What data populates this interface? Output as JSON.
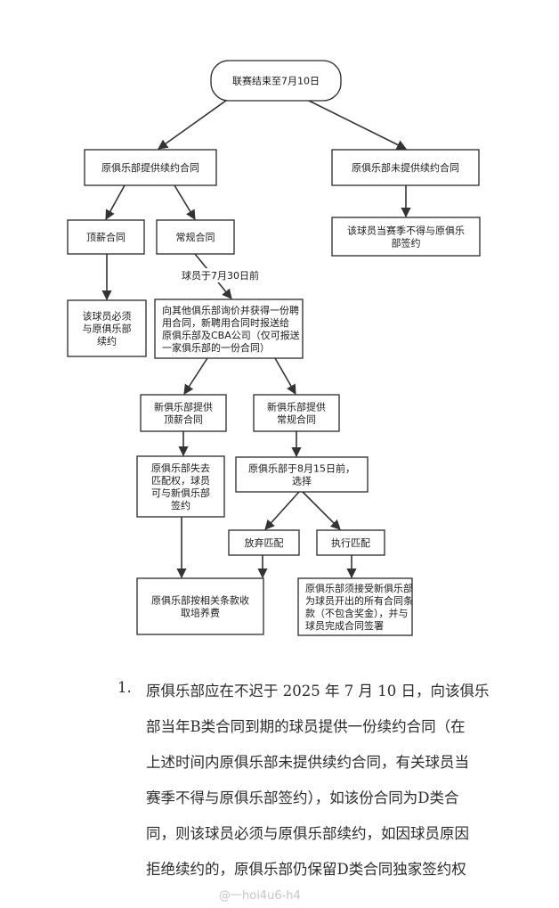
{
  "flowchart": {
    "nodes": [
      {
        "id": "season_end",
        "text": [
          "联赛结束至7月10日"
        ]
      },
      {
        "id": "offer",
        "text": [
          "原俱乐部提供续约合同"
        ]
      },
      {
        "id": "no_offer",
        "text": [
          "原俱乐部未提供续约合同"
        ]
      },
      {
        "id": "max",
        "text": [
          "顶薪合同"
        ]
      },
      {
        "id": "regular",
        "text": [
          "常规合同"
        ]
      },
      {
        "id": "no_offer_result",
        "text": [
          "该球员当赛季不得与原俱乐",
          "部签约"
        ]
      },
      {
        "id": "max_result",
        "text": [
          "该球员必须",
          "与原俱乐部",
          "续约"
        ]
      },
      {
        "id": "inquire",
        "text": [
          "向其他俱乐部询价并获得一份聘",
          "用合同，新聘用合同时报送给",
          "原俱乐部及CBA公司（仅可报送",
          "一家俱乐部的一份合同）"
        ]
      },
      {
        "id": "new_max",
        "text": [
          "新俱乐部提供",
          "顶薪合同"
        ]
      },
      {
        "id": "new_regular",
        "text": [
          "新俱乐部提供",
          "常规合同"
        ]
      },
      {
        "id": "lose_match",
        "text": [
          "原俱乐部失去",
          "匹配权，球员",
          "可与新俱乐部",
          "签约"
        ]
      },
      {
        "id": "choose",
        "text": [
          "原俱乐部于8月15日前，",
          "选择"
        ]
      },
      {
        "id": "waive",
        "text": [
          "放弃匹配"
        ]
      },
      {
        "id": "match",
        "text": [
          "执行匹配"
        ]
      },
      {
        "id": "training_fee",
        "text": [
          "原俱乐部按相关条款收",
          "取培养费"
        ]
      },
      {
        "id": "accept_terms",
        "text": [
          "原俱乐部须接受新俱乐部",
          "为球员开出的所有合同条",
          "款（不包含奖金），并与",
          "球员完成合同签署"
        ]
      }
    ],
    "edges": [
      {
        "from": "season_end",
        "to": "offer"
      },
      {
        "from": "season_end",
        "to": "no_offer"
      },
      {
        "from": "offer",
        "to": "max"
      },
      {
        "from": "offer",
        "to": "regular"
      },
      {
        "from": "no_offer",
        "to": "no_offer_result"
      },
      {
        "from": "max",
        "to": "max_result"
      },
      {
        "from": "regular",
        "to": "inquire",
        "label": "球员于7月30日前"
      },
      {
        "from": "inquire",
        "to": "new_max"
      },
      {
        "from": "inquire",
        "to": "new_regular"
      },
      {
        "from": "new_max",
        "to": "lose_match"
      },
      {
        "from": "new_regular",
        "to": "choose"
      },
      {
        "from": "choose",
        "to": "waive"
      },
      {
        "from": "choose",
        "to": "match"
      },
      {
        "from": "lose_match",
        "to": "training_fee"
      },
      {
        "from": "waive",
        "to": "training_fee"
      },
      {
        "from": "match",
        "to": "accept_terms"
      }
    ]
  },
  "body": {
    "number": "1.",
    "lines": [
      "原俱乐部应在不迟于 2025 年 7 月 10 日，向该俱乐",
      "部当年B类合同到期的球员提供一份续约合同（在",
      "上述时间内原俱乐部未提供续约合同，有关球员当",
      "赛季不得与原俱乐部签约），如该份合同为D类合",
      "同，则该球员必须与原俱乐部续约，如因球员原因",
      "拒绝续约的，原俱乐部仍保留D类合同独家签约权"
    ]
  },
  "watermark": "@一hoi4u6-h4"
}
